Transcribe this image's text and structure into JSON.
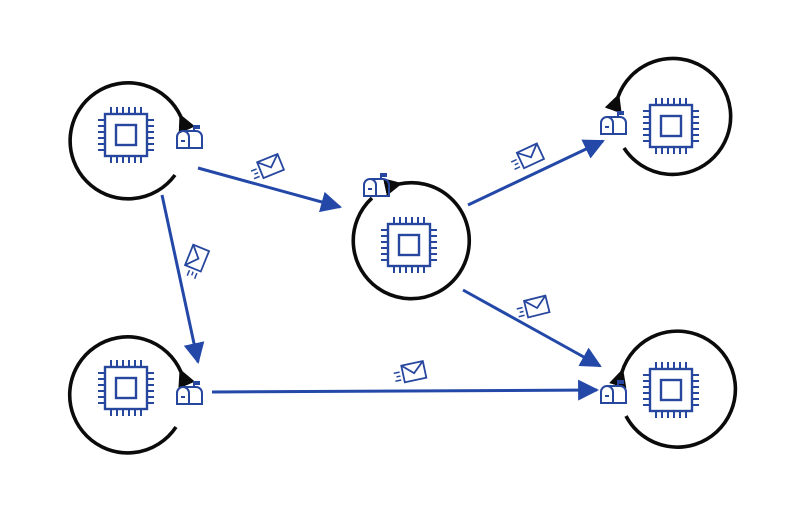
{
  "diagram": {
    "colors": {
      "background": "#ffffff",
      "loop": "#0b0b0b",
      "link": "#2348a8",
      "chip": "#27479f",
      "icon": "#27479f"
    },
    "nodes": [
      {
        "id": "top-left",
        "icon": "cpu-chip-icon",
        "mailbox": "mailbox-icon"
      },
      {
        "id": "center",
        "icon": "cpu-chip-icon",
        "mailbox": "mailbox-icon"
      },
      {
        "id": "top-right",
        "icon": "cpu-chip-icon",
        "mailbox": "mailbox-icon"
      },
      {
        "id": "bottom-left",
        "icon": "cpu-chip-icon",
        "mailbox": "mailbox-icon"
      },
      {
        "id": "bottom-right",
        "icon": "cpu-chip-icon",
        "mailbox": "mailbox-icon"
      }
    ],
    "messages": [
      {
        "from": "top-left",
        "to": "center",
        "icon": "envelope-icon"
      },
      {
        "from": "top-left",
        "to": "bottom-left",
        "icon": "envelope-icon"
      },
      {
        "from": "center",
        "to": "top-right",
        "icon": "envelope-icon"
      },
      {
        "from": "center",
        "to": "bottom-right",
        "icon": "envelope-icon"
      },
      {
        "from": "bottom-left",
        "to": "bottom-right",
        "icon": "envelope-icon"
      }
    ]
  }
}
